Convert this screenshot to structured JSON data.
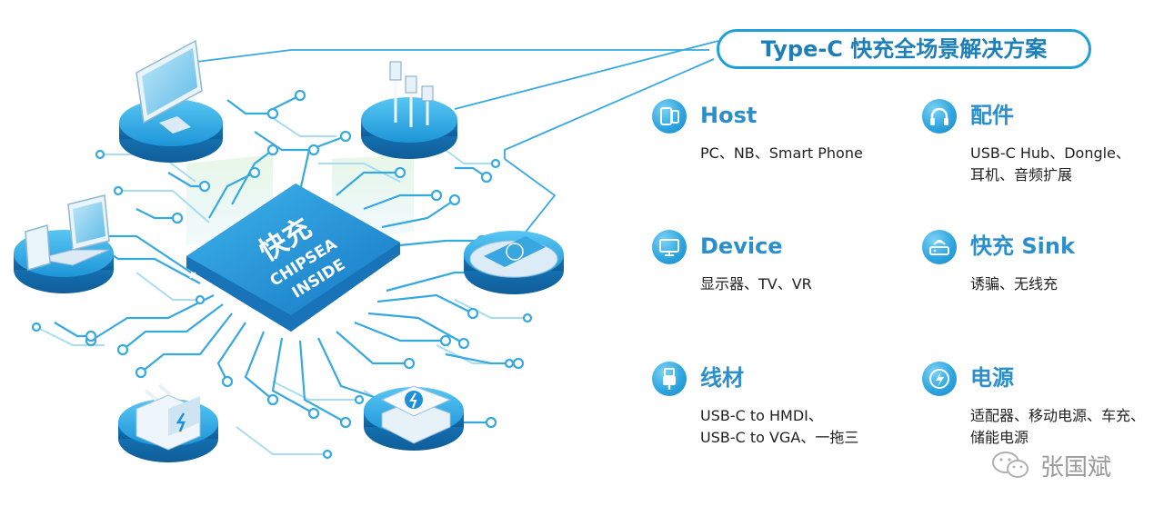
{
  "title": "Type-C 快充全场景解决方案",
  "chip": {
    "line1": "快充",
    "line2": "CHIPSEA",
    "line3": "INSIDE"
  },
  "categories": [
    {
      "title": "Host",
      "desc": [
        "PC、NB、Smart Phone"
      ],
      "icon": "tablet-phone-icon"
    },
    {
      "title": "配件",
      "desc": [
        "USB-C Hub、Dongle、",
        "耳机、音频扩展"
      ],
      "icon": "headphones-icon"
    },
    {
      "title": "Device",
      "desc": [
        "显示器、TV、VR"
      ],
      "icon": "monitor-icon"
    },
    {
      "title": "快充 Sink",
      "desc": [
        "诱骗、无线充"
      ],
      "icon": "router-icon"
    },
    {
      "title": "线材",
      "desc": [
        "USB-C to HMDI、",
        "USB-C to VGA、一拖三"
      ],
      "icon": "usb-plug-icon"
    },
    {
      "title": "电源",
      "desc": [
        "适配器、移动电源、车充、",
        "储能电源"
      ],
      "icon": "lightning-icon"
    }
  ],
  "watermark": "张国斌",
  "colors": {
    "primary": "#1e9fd9",
    "title": "#1d7fb8",
    "trace": "#36a9e0",
    "chip": "#1e90d8"
  }
}
